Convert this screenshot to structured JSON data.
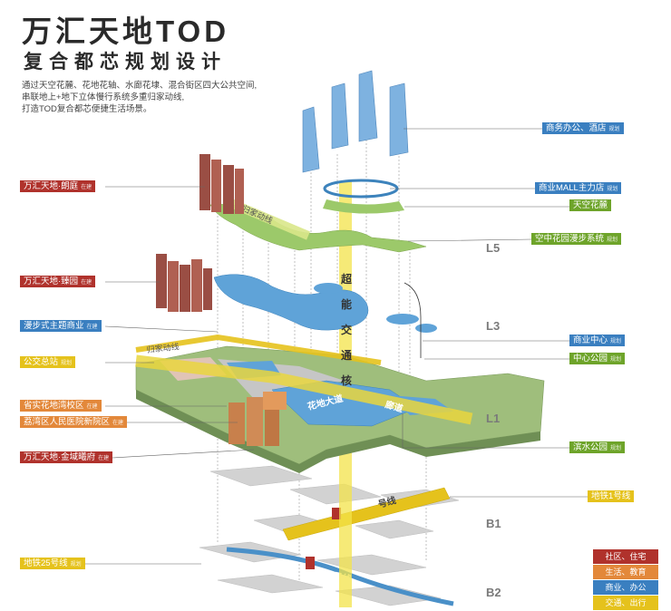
{
  "header": {
    "title": "万汇天地TOD",
    "subtitle": "复合都芯规划设计",
    "description": [
      "通过天空花麓、花地花轴、水廊花埭、混合街区四大公共空间,",
      "串联地上+地下立体慢行系统多重归家动线,",
      "打造TOD复合都芯便捷生活场景。"
    ]
  },
  "core_text": [
    "超",
    "能",
    "交",
    "通",
    "核"
  ],
  "axis_labels": {
    "sky_axis": "归家动线",
    "ground_axis": "归家动线",
    "flower_axis": "花地大道",
    "flower_axis_2": "廊道",
    "metro1_text": "号线",
    "metro25_text": "25号线"
  },
  "levels": [
    "L5",
    "L3",
    "L1",
    "B1",
    "B2"
  ],
  "labels_left": [
    {
      "text": "万汇天地·朗庭",
      "tag": "在建",
      "color": "red"
    },
    {
      "text": "万汇天地·臻园",
      "tag": "在建",
      "color": "red"
    },
    {
      "text": "漫步式主题商业",
      "tag": "在建",
      "color": "blue"
    },
    {
      "text": "公交总站",
      "tag": "规划",
      "color": "yellow"
    },
    {
      "text": "省实花地湾校区",
      "tag": "在建",
      "color": "orange"
    },
    {
      "text": "荔湾区人民医院新院区",
      "tag": "在建",
      "color": "orange"
    },
    {
      "text": "万汇天地·金域曦府",
      "tag": "在建",
      "color": "red"
    },
    {
      "text": "地铁25号线",
      "tag": "规划",
      "color": "yellow"
    }
  ],
  "labels_right": [
    {
      "text": "商务办公、酒店",
      "tag": "规划",
      "color": "blue"
    },
    {
      "text": "商业MALL主力店",
      "tag": "规划",
      "color": "blue"
    },
    {
      "text": "天空花麓",
      "tag": "",
      "color": "green"
    },
    {
      "text": "空中花园漫步系统",
      "tag": "规划",
      "color": "green"
    },
    {
      "text": "商业中心",
      "tag": "规划",
      "color": "blue"
    },
    {
      "text": "中心公园",
      "tag": "规划",
      "color": "green"
    },
    {
      "text": "滨水公园",
      "tag": "规划",
      "color": "green"
    },
    {
      "text": "地铁1号线",
      "tag": "",
      "color": "yellow"
    }
  ],
  "legend": [
    {
      "text": "社区、住宅",
      "color": "#b0322c"
    },
    {
      "text": "生活、教育",
      "color": "#e3883a"
    },
    {
      "text": "商业、办公",
      "color": "#3a7fc0"
    },
    {
      "text": "交通、出行",
      "color": "#e5c21c"
    }
  ]
}
